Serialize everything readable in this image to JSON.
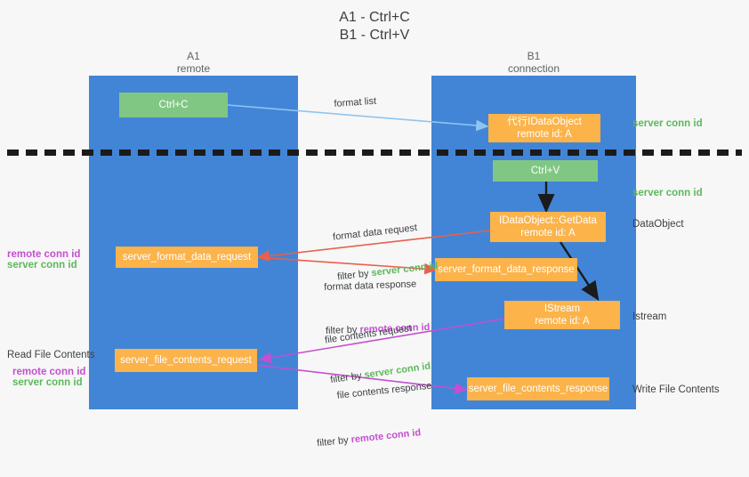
{
  "title": "A1 - Ctrl+C\nB1 - Ctrl+V",
  "lanes": [
    {
      "name": "A1",
      "role": "remote",
      "label": "A1\nremote"
    },
    {
      "name": "B1",
      "role": "connection",
      "label": "B1\nconnection"
    }
  ],
  "boxes": {
    "ctrl_c": "Ctrl+C",
    "ctrl_v": "Ctrl+V",
    "proxy_dataobject": "代行IDataObject\nremote id: A",
    "getdata": "IDataObject::GetData\nremote id: A",
    "istream": "IStream\nremote id: A",
    "server_format_data_request": "server_format_data_request",
    "server_format_data_response": "server_format_data_response",
    "server_file_contents_request": "server_file_contents_request",
    "server_file_contents_response": "server_file_contents_response"
  },
  "right_labels": {
    "server_conn_id_top": "server conn id",
    "server_conn_id_mid": "server conn id",
    "dataobject": "DataObject",
    "istream": "Istream",
    "write_file_contents": "Write File Contents"
  },
  "left_labels": {
    "remote_conn_id_upper": "remote conn id",
    "server_conn_id_upper": "server conn id",
    "read_file_contents": "Read File Contents",
    "remote_conn_id_lower": "remote conn id",
    "server_conn_id_lower": "server conn id"
  },
  "annotations": {
    "format_list": "format list",
    "format_data_request": "format data request",
    "format_data_request_filter_prefix": "filter by ",
    "format_data_request_filter_value": "server conn id",
    "format_data_response": "format data response",
    "format_data_response_filter_prefix": "filter by ",
    "format_data_response_filter_value": "remote conn id",
    "file_contents_request": "file contents request",
    "file_contents_request_filter_prefix": "filter by ",
    "file_contents_request_filter_value": "server conn id",
    "file_contents_response": "file contents response",
    "file_contents_response_filter_prefix": "filter by ",
    "file_contents_response_filter_value": "remote conn id"
  },
  "colors": {
    "lane": "#4285d6",
    "box_green": "#81c784",
    "box_orange": "#fbb34a",
    "green_text": "#5cb85c",
    "purple_text": "#c44fd0",
    "arrow_blue": "#8ec5ef",
    "arrow_red": "#e8604c",
    "arrow_magenta": "#c44fd0",
    "arrow_black": "#1b1b1b",
    "background": "#f7f7f7"
  }
}
